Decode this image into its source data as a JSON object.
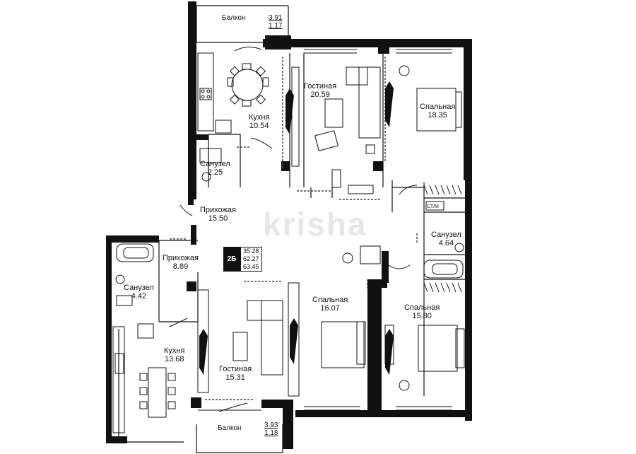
{
  "watermark": "krisha",
  "apartment_code": "2Б",
  "apartment_areas": [
    "35.28",
    "62.27",
    "63.45"
  ],
  "balconies": [
    {
      "id": "balcony-top",
      "name": "Балкон",
      "area1": "3.91",
      "area2": "1.17"
    },
    {
      "id": "balcony-bottom",
      "name": "Балкон",
      "area1": "3.93",
      "area2": "1.18"
    }
  ],
  "rooms": [
    {
      "id": "kitchen-top",
      "name": "Кухня",
      "area": "10.54"
    },
    {
      "id": "living-top",
      "name": "Гостиная",
      "area": "20.59"
    },
    {
      "id": "bedroom-top-right",
      "name": "Спальная",
      "area": "18.35"
    },
    {
      "id": "bathroom-top",
      "name": "Санузел",
      "area": "2.25"
    },
    {
      "id": "hallway-top",
      "name": "Прихожая",
      "area": "15.50"
    },
    {
      "id": "bathroom-right",
      "name": "Санузел",
      "area": "4.64"
    },
    {
      "id": "hallway-bottom",
      "name": "Прихожая",
      "area": "8.89"
    },
    {
      "id": "bathroom-left",
      "name": "Санузел",
      "area": "4.42"
    },
    {
      "id": "bedroom-middle",
      "name": "Спальная",
      "area": "16.07"
    },
    {
      "id": "bedroom-bottom-right",
      "name": "Спальная",
      "area": "15.80"
    },
    {
      "id": "kitchen-bottom",
      "name": "Кухня",
      "area": "13.68"
    },
    {
      "id": "living-bottom",
      "name": "Гостиная",
      "area": "15.31"
    }
  ],
  "appliance_label": "СТ/М"
}
